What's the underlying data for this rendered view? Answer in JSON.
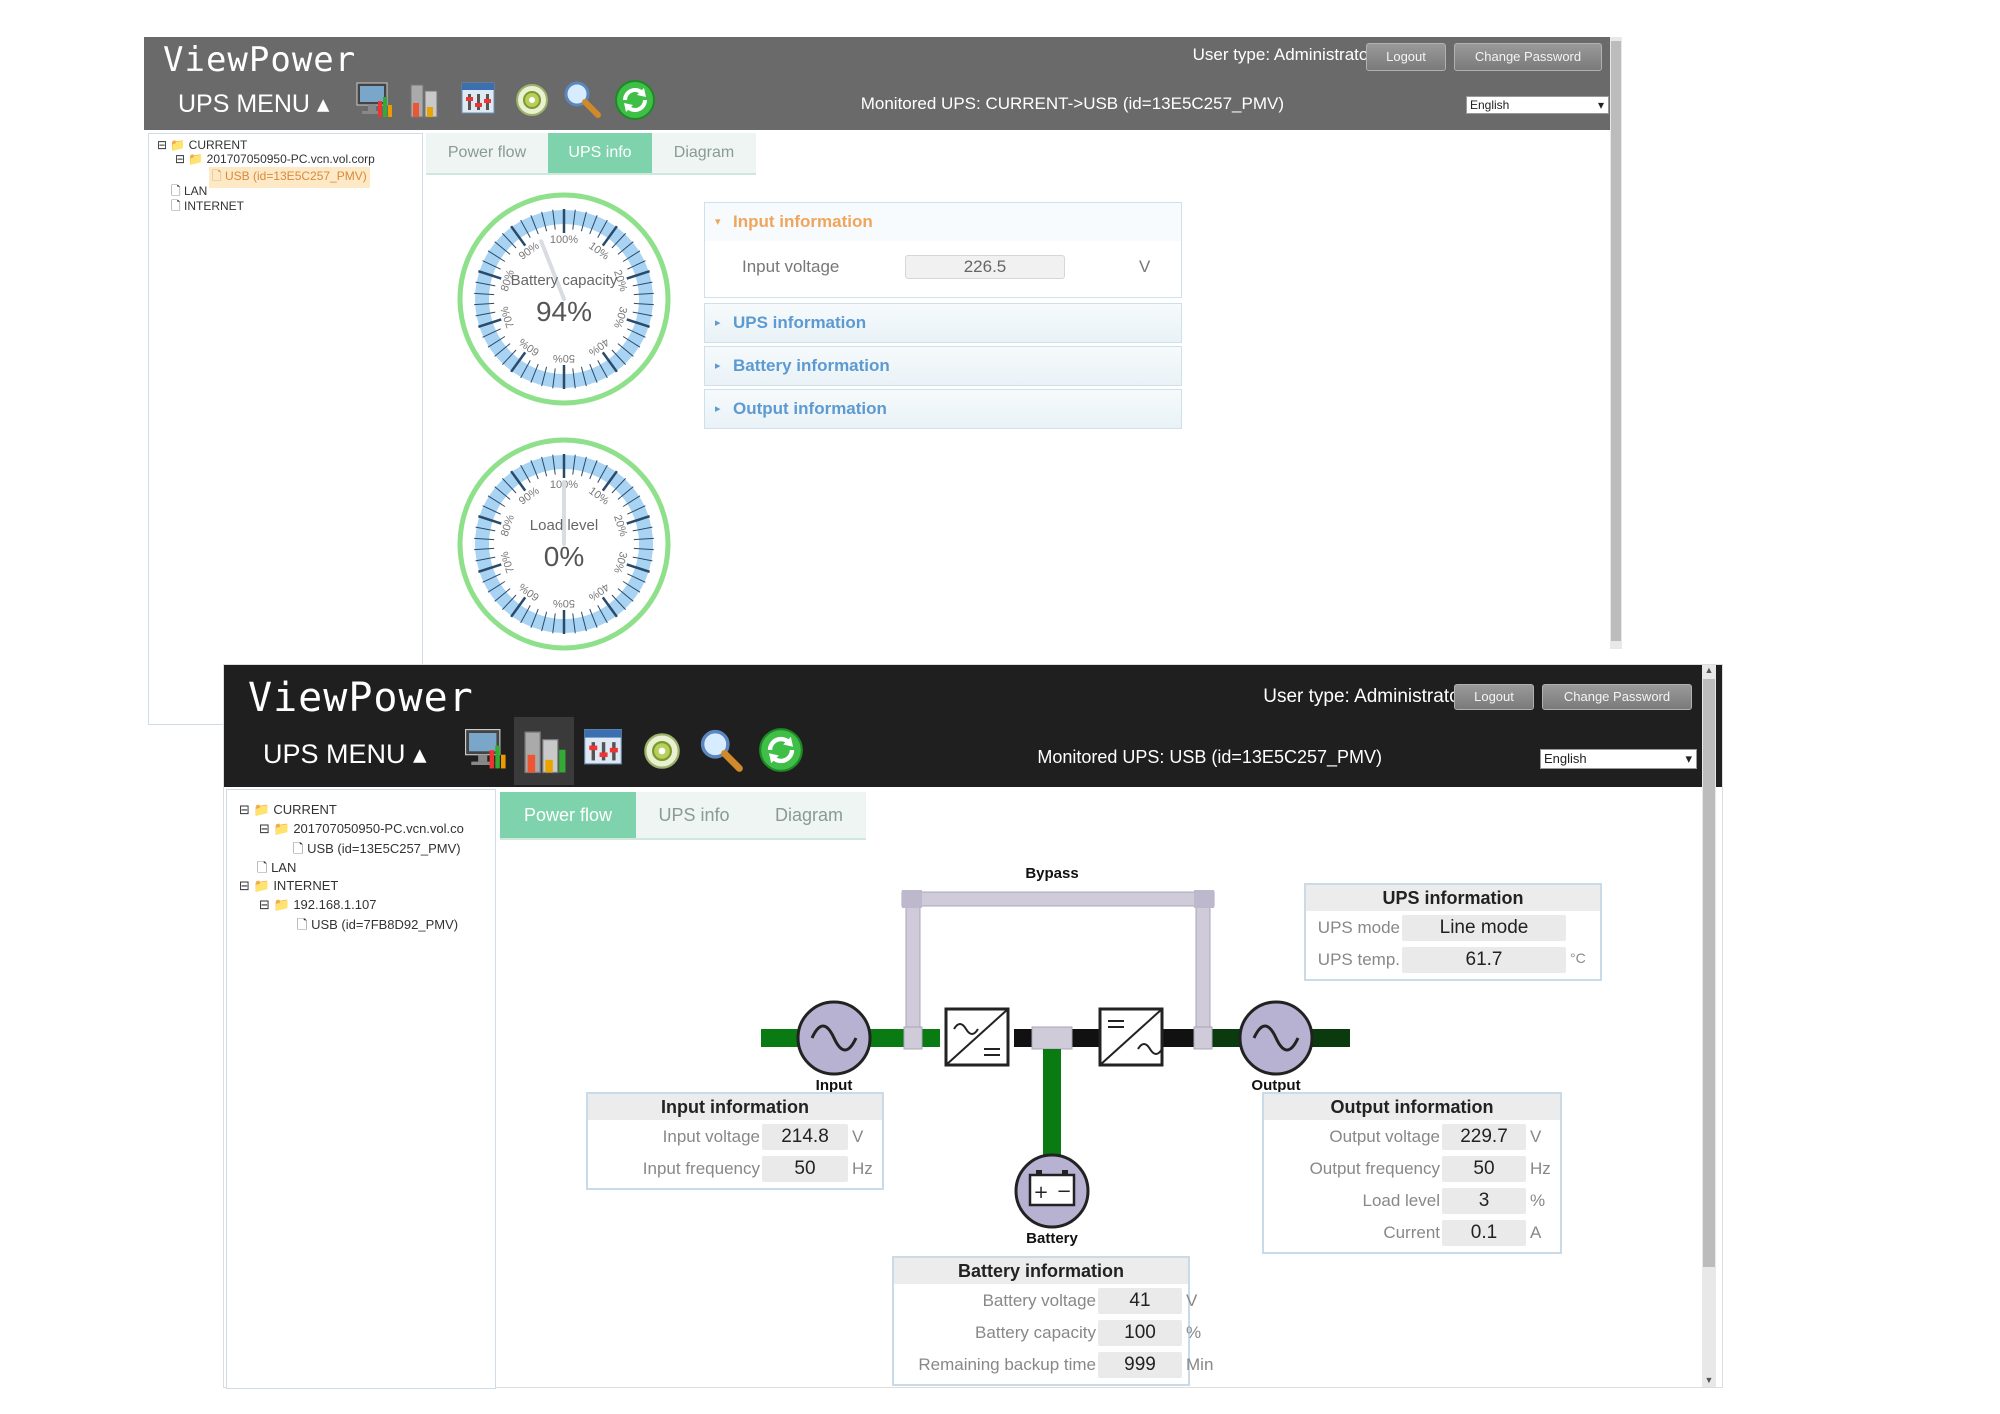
{
  "w1": {
    "logo": "ViewPower",
    "menu": "UPS MENU ▴",
    "user_type": "User type: Administrator",
    "logout": "Logout",
    "change_password": "Change Password",
    "monitored": "Monitored UPS: CURRENT->USB (id=13E5C257_PMV)",
    "language": "English",
    "tree": [
      "CURRENT",
      "201707050950-PC.vcn.vol.corp",
      "USB (id=13E5C257_PMV)",
      "LAN",
      "INTERNET"
    ],
    "tabs": [
      "Power flow",
      "UPS info",
      "Diagram"
    ],
    "gauges": [
      {
        "label": "Battery capacity",
        "value_text": "94%",
        "value": 94
      },
      {
        "label": "Load level",
        "value_text": "0%",
        "value": 0
      }
    ],
    "gauge_ticks": [
      "100%",
      "10%",
      "20%",
      "30%",
      "40%",
      "50%",
      "60%",
      "70%",
      "80%",
      "90%"
    ],
    "accordion": {
      "input": "Input information",
      "input_voltage_label": "Input voltage",
      "input_voltage_value": "226.5",
      "input_voltage_unit": "V",
      "ups": "UPS information",
      "battery": "Battery information",
      "output": "Output information"
    }
  },
  "w2": {
    "logo": "ViewPower",
    "menu": "UPS MENU ▴",
    "user_type": "User type: Administrator",
    "logout": "Logout",
    "change_password": "Change Password",
    "monitored": "Monitored UPS: USB (id=13E5C257_PMV)",
    "language": "English",
    "tree": [
      "CURRENT",
      "201707050950-PC.vcn.vol.co",
      "USB (id=13E5C257_PMV)",
      "LAN",
      "INTERNET",
      "192.168.1.107",
      "USB (id=7FB8D92_PMV)"
    ],
    "tabs": [
      "Power flow",
      "UPS info",
      "Diagram"
    ],
    "flow": {
      "bypass": "Bypass",
      "input": "Input",
      "output": "Output",
      "battery": "Battery"
    },
    "ups_info": {
      "title": "UPS information",
      "mode_label": "UPS mode",
      "mode_value": "Line mode",
      "temp_label": "UPS temp.",
      "temp_value": "61.7",
      "temp_unit": "°C"
    },
    "input_info": {
      "title": "Input information",
      "voltage_label": "Input voltage",
      "voltage_value": "214.8",
      "voltage_unit": "V",
      "freq_label": "Input frequency",
      "freq_value": "50",
      "freq_unit": "Hz"
    },
    "output_info": {
      "title": "Output information",
      "voltage_label": "Output voltage",
      "voltage_value": "229.7",
      "voltage_unit": "V",
      "freq_label": "Output frequency",
      "freq_value": "50",
      "freq_unit": "Hz",
      "load_label": "Load level",
      "load_value": "3",
      "load_unit": "%",
      "current_label": "Current",
      "current_value": "0.1",
      "current_unit": "A"
    },
    "battery_info": {
      "title": "Battery information",
      "voltage_label": "Battery voltage",
      "voltage_value": "41",
      "voltage_unit": "V",
      "capacity_label": "Battery capacity",
      "capacity_value": "100",
      "capacity_unit": "%",
      "backup_label": "Remaining backup time",
      "backup_value": "999",
      "backup_unit": "Min"
    }
  },
  "colors": {
    "header1": "#6a6a6a",
    "header2": "#1f1f1f",
    "tab_active": "#7fd3ac",
    "flow_green": "#0a7a12",
    "gauge_blue": "#a9d3f2",
    "gauge_green": "#8fe08a"
  }
}
